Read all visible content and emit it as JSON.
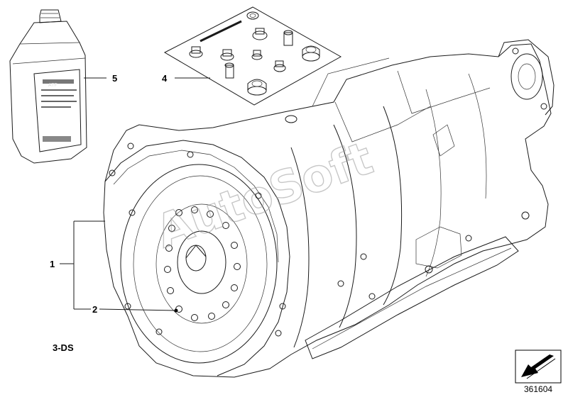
{
  "labels": {
    "part1": "1",
    "part2": "2",
    "part4": "4",
    "part5": "5",
    "variant": "3-DS"
  },
  "watermark": "AutoSoft",
  "bottle_label": "ATF",
  "diagram_number": "361604",
  "icons": {
    "navigation": "arrow-down-left-icon"
  }
}
